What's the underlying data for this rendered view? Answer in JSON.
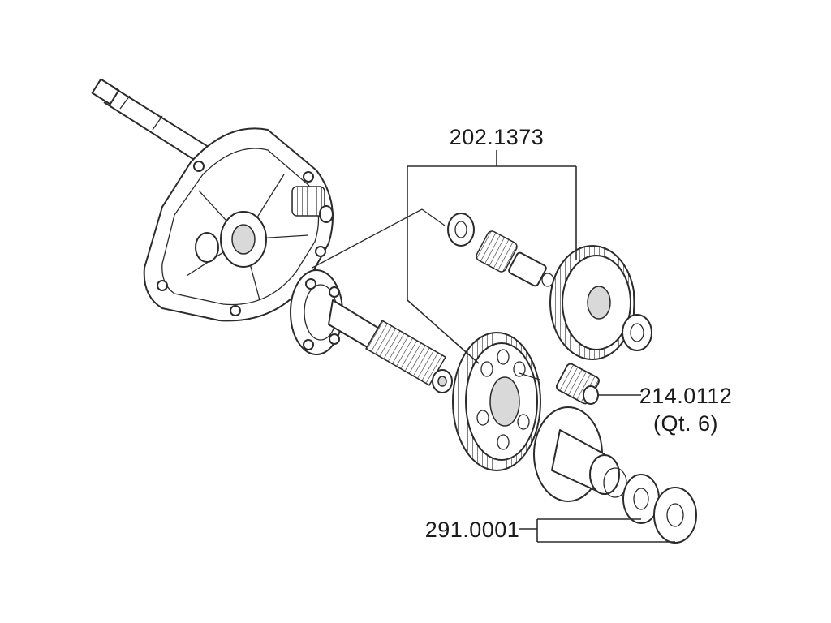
{
  "callouts": {
    "gear_set": "202.1373",
    "needle_bearing": "214.0112",
    "needle_bearing_qty": "(Qt. 6)",
    "washer_set": "291.0001"
  }
}
